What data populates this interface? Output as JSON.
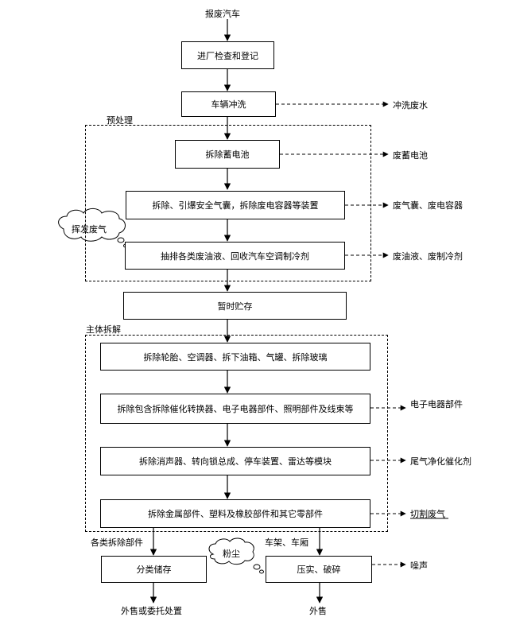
{
  "start": "报废汽车",
  "steps": {
    "inspect": "进厂检查和登记",
    "wash": "车辆冲洗",
    "battery": "拆除蓄电池",
    "airbag": "拆除、引爆安全气囊，拆除废电容器等装置",
    "oil": "抽排各类废油液、回收汽车空调制冷剂",
    "storage_temp": "暂时贮存",
    "tire": "拆除轮胎、空调器、拆下油箱、气罐、拆除玻璃",
    "catalyst": "拆除包含拆除催化转换器、电子电器部件、照明部件及线束等",
    "muffler": "拆除消声器、转向锁总成、停车装置、雷达等模块",
    "metal": "拆除金属部件、塑料及橡胶部件和其它零部件",
    "sort_store": "分类储存",
    "press": "压实、破碎"
  },
  "groups": {
    "pre": "预处理",
    "main": "主体拆解"
  },
  "outputs": {
    "wash_water": "冲洗废水",
    "battery_waste": "废蓄电池",
    "airbag_waste": "废气囊、废电容器",
    "oil_waste": "废油液、废制冷剂",
    "electronic": "电子电器部件",
    "exhaust_catalyst": "尾气净化催化剂",
    "cutting_gas": "切割废气",
    "noise": "噪声"
  },
  "clouds": {
    "volatile": "挥发废气",
    "dust": "粉尘"
  },
  "branch_labels": {
    "parts": "各类拆除部件",
    "frame": "车架、车厢"
  },
  "ends": {
    "sell_or_dispose": "外售或委托处置",
    "sell": "外售"
  }
}
